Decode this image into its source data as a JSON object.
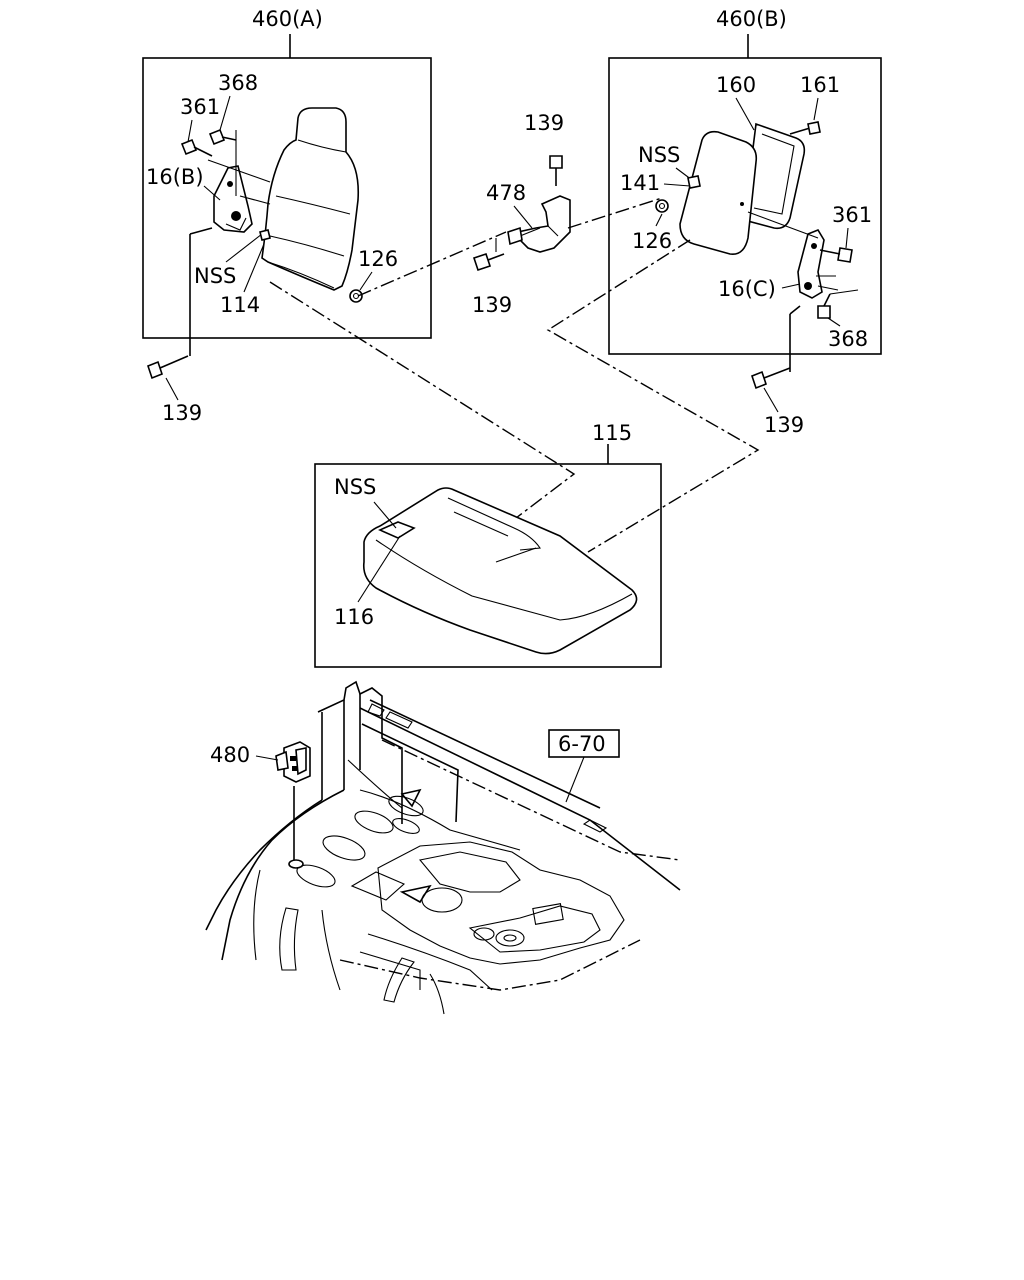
{
  "labels": {
    "seatback_a": "460(A)",
    "seatback_b": "460(B)",
    "p368_left": "368",
    "p361_left": "361",
    "p16b": "16(B)",
    "nss_left": "NSS",
    "p114": "114",
    "p126_left": "126",
    "p139_lower_left": "139",
    "p139_top": "139",
    "p478": "478",
    "p139_mid": "139",
    "p160": "160",
    "p161": "161",
    "nss_right": "NSS",
    "p141": "141",
    "p126_right": "126",
    "p361_right": "361",
    "p16c": "16(C)",
    "p368_right": "368",
    "p139_right": "139",
    "p115": "115",
    "nss_cushion": "NSS",
    "p116": "116",
    "p480": "480",
    "ref_670": "6-70"
  }
}
